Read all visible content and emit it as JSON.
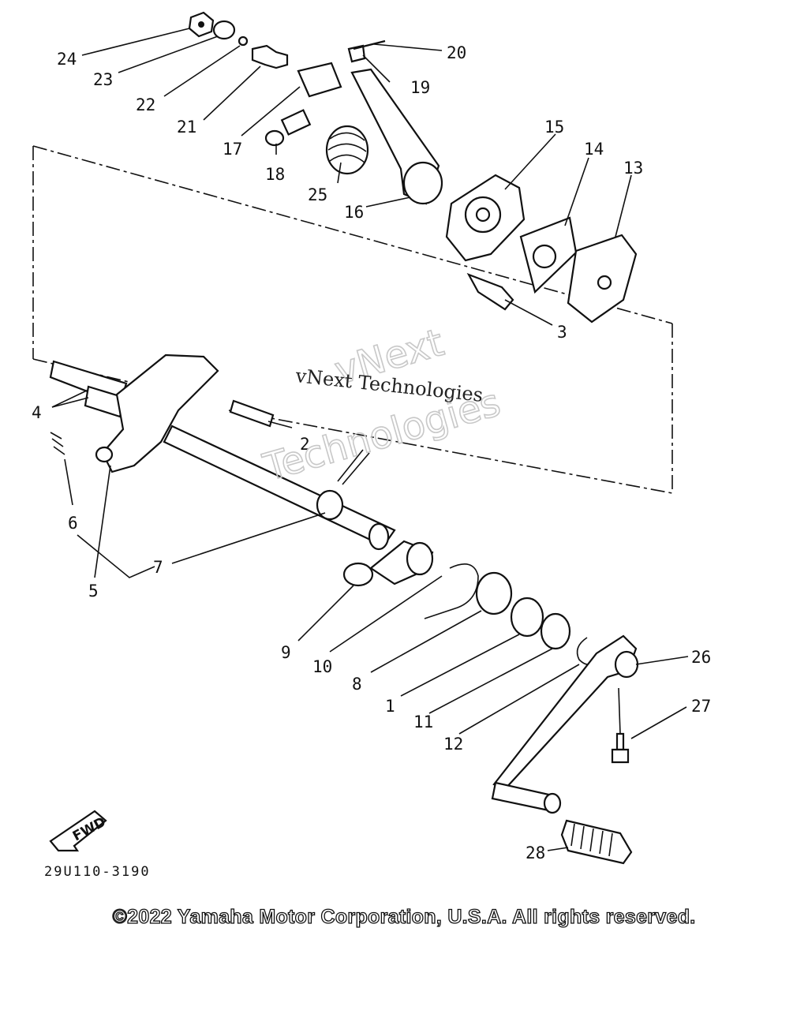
{
  "callouts": [
    "1",
    "2",
    "3",
    "4",
    "5",
    "6",
    "7",
    "8",
    "9",
    "10",
    "11",
    "12",
    "13",
    "14",
    "15",
    "16",
    "17",
    "18",
    "19",
    "20",
    "21",
    "22",
    "23",
    "24",
    "25",
    "26",
    "27",
    "28"
  ],
  "watermark": {
    "line1": "vNext Technologies",
    "line2": "vNext",
    "line3": "Technologies"
  },
  "fwd_label": "FWD",
  "diagram_code": "29U110-3190",
  "copyright": "©2022 Yamaha Motor Corporation, U.S.A. All rights reserved."
}
